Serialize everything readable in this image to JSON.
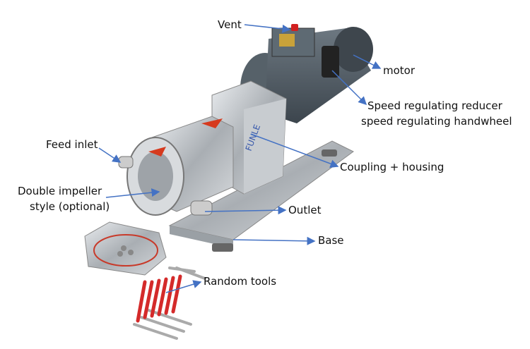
{
  "labels": {
    "vent": "Vent",
    "motor": "motor",
    "reducer_line1": "Speed regulating reducer",
    "reducer_line2": "speed regulating handwheel",
    "feed_inlet": "Feed inlet",
    "coupling": "Coupling + housing",
    "impeller_line1": "Double impeller",
    "impeller_line2": "style (optional)",
    "outlet": "Outlet",
    "base": "Base",
    "tools": "Random tools"
  },
  "logo_text": "FUNLE",
  "colors": {
    "arrow": "#4472c4",
    "tool_handle": "#d42a2a",
    "motor": "#4f5a63"
  }
}
